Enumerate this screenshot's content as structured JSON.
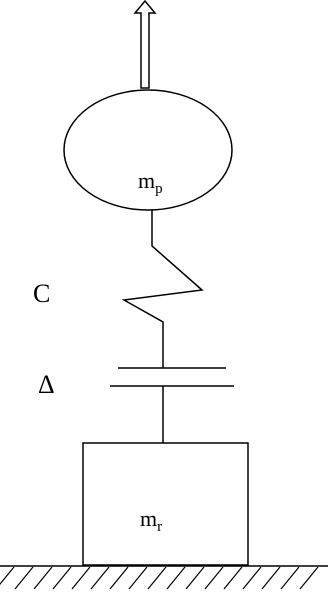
{
  "upper_mass": {
    "symbol": "m",
    "subscript": "p"
  },
  "lower_mass": {
    "symbol": "m",
    "subscript": "r"
  },
  "spring_label": "C",
  "gap_label": "Δ",
  "colors": {
    "stroke": "#000000",
    "background": "#ffffff"
  }
}
